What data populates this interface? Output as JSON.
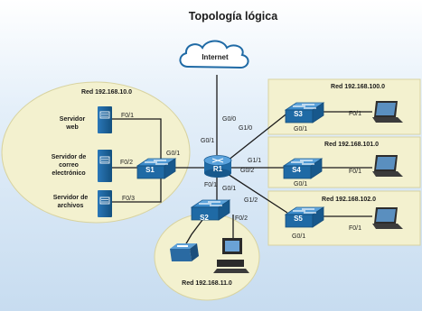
{
  "title": "Topología lógica",
  "cloud_label": "Internet",
  "networks": {
    "net10": "Red 192.168.10.0",
    "net11": "Red 192.168.11.0",
    "net100": "Red 192.168.100.0",
    "net101": "Red 192.168.101.0",
    "net102": "Red 192.168.102.0"
  },
  "servers": {
    "web": [
      "Servidor",
      "web"
    ],
    "mail": [
      "Servidor de",
      "correo",
      "electrónico"
    ],
    "files": [
      "Servidor de",
      "archivos"
    ]
  },
  "devices": {
    "router": "R1",
    "s1": "S1",
    "s2": "S2",
    "s3": "S3",
    "s4": "S4",
    "s5": "S5"
  },
  "ports": {
    "r1_g00": "G0/0",
    "r1_g01": "G0/1",
    "r1_g10": "G1/0",
    "r1_g11": "G1/1",
    "r1_g02": "G0/2",
    "r1_g12": "G1/2",
    "r1_f01": "F0/1",
    "s1_g01": "G0/1",
    "s1_f01": "F0/1",
    "s1_f02": "F0/2",
    "s1_f03": "F0/3",
    "s2_g01": "G0/1",
    "s2_f02": "F0/2",
    "s3_g01": "G0/1",
    "s3_f01": "F0/1",
    "s4_g01": "G0/1",
    "s4_f01": "F0/1",
    "s5_g01": "G0/1",
    "s5_f01": "F0/1"
  },
  "colors": {
    "background_blue": "#cde0f2",
    "panel_green": "#f3f1cf",
    "device_blue": "#1f6aa5",
    "link": "#1b1b1b"
  }
}
